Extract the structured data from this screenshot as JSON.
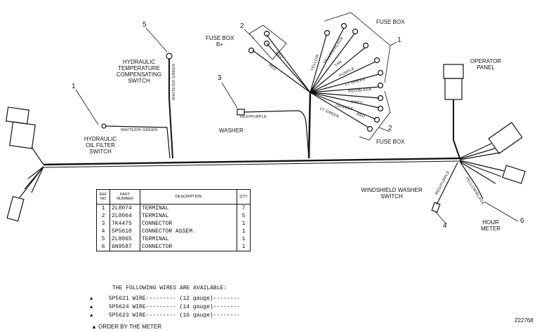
{
  "labels": {
    "fuse_box_top": "FUSE BOX",
    "fuse_box_bplus_1": "FUSE BOX",
    "fuse_box_bplus_2": "B+",
    "fuse_box_bottom": "FUSE BOX",
    "operator_panel_1": "OPERATOR",
    "operator_panel_2": "PANEL",
    "hyd_temp_1": "HYDRAULIC",
    "hyd_temp_2": "TEMPERATURE",
    "hyd_temp_3": "COMPENSATING",
    "hyd_temp_4": "SWITCH",
    "hyd_oil_1": "HYDRAULIC",
    "hyd_oil_2": "OIL FILTER",
    "hyd_oil_3": "SWITCH",
    "washer": "WASHER",
    "ws_washer_1": "WINDSHIELD WASHER",
    "ws_washer_2": "SWITCH",
    "hour_meter_1": "HOUR",
    "hour_meter_2": "METER"
  },
  "callouts": {
    "c1_left": "1",
    "c5": "5",
    "c3": "3",
    "c2_top": "2",
    "c1_fuse": "1",
    "c2_bottom": "2",
    "c4": "4",
    "c6": "6"
  },
  "wire_labels": {
    "white_green_h": "WHITE/DK GREEN",
    "white_green_v": "WHITE/DK GREEN",
    "red_purple": "RED/PURPLE",
    "red_a": "RED",
    "red_b": "RED",
    "yellow": "YELLOW",
    "yellow_black": "YELLOW/BLACK",
    "tan": "TAN",
    "purple": "PURPLE",
    "lt_green": "LT GREEN",
    "red_black": "RED/BLACK",
    "grey": "GREY",
    "orange": "ORANGE",
    "red_bot": "RED",
    "lt_green_bot": "LT GREEN",
    "red_purple_v": "RED/PURPLE",
    "yellow_black_v": "YELLOW/BLACK"
  },
  "table": {
    "headers": [
      "REF NO",
      "PART NUMBER",
      "DESCRIPTION",
      "QTY"
    ],
    "rows": [
      [
        "1",
        "2L8074",
        "TERMINAL",
        "7"
      ],
      [
        "2",
        "2L8064",
        "TERMINAL",
        "5"
      ],
      [
        "3",
        "7K4475",
        "CONNECTOR",
        "1"
      ],
      [
        "4",
        "5P5610",
        "CONNECTOR ASSEM.",
        "1"
      ],
      [
        "5",
        "2L8065",
        "TERMINAL",
        "1"
      ],
      [
        "6",
        "6N9587",
        "CONNECTOR",
        "1"
      ]
    ]
  },
  "wires_note": "THE FOLLOWING WIRES ARE AVAILABLE:",
  "wires": [
    {
      "symbol": "▲",
      "part": "5P5621",
      "desc": "WIRE",
      "gauge": "(12 gauge)"
    },
    {
      "symbol": "▲",
      "part": "5P5624",
      "desc": "WIRE",
      "gauge": "(14 gauge)"
    },
    {
      "symbol": "▲",
      "part": "5P5623",
      "desc": "WIRE",
      "gauge": "(16 gauge)"
    }
  ],
  "order_note": "▲ ORDER BY THE METER",
  "figure_number": "222768"
}
